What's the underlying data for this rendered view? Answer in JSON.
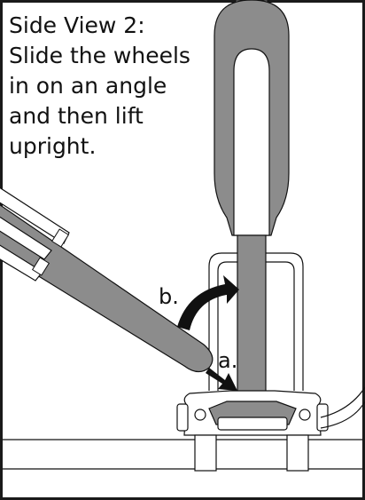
{
  "figure": {
    "caption": "Side View 2:\nSlide the wheels\nin on an angle\nand then lift\nupright.",
    "step_a_label": "a.",
    "step_b_label": "b."
  },
  "colors": {
    "frame_border": "#1a1a1a",
    "bike_gray": "#8c8c8c",
    "bike_gray_dark": "#6f6f6f",
    "line_black": "#111111",
    "background": "#ffffff"
  }
}
